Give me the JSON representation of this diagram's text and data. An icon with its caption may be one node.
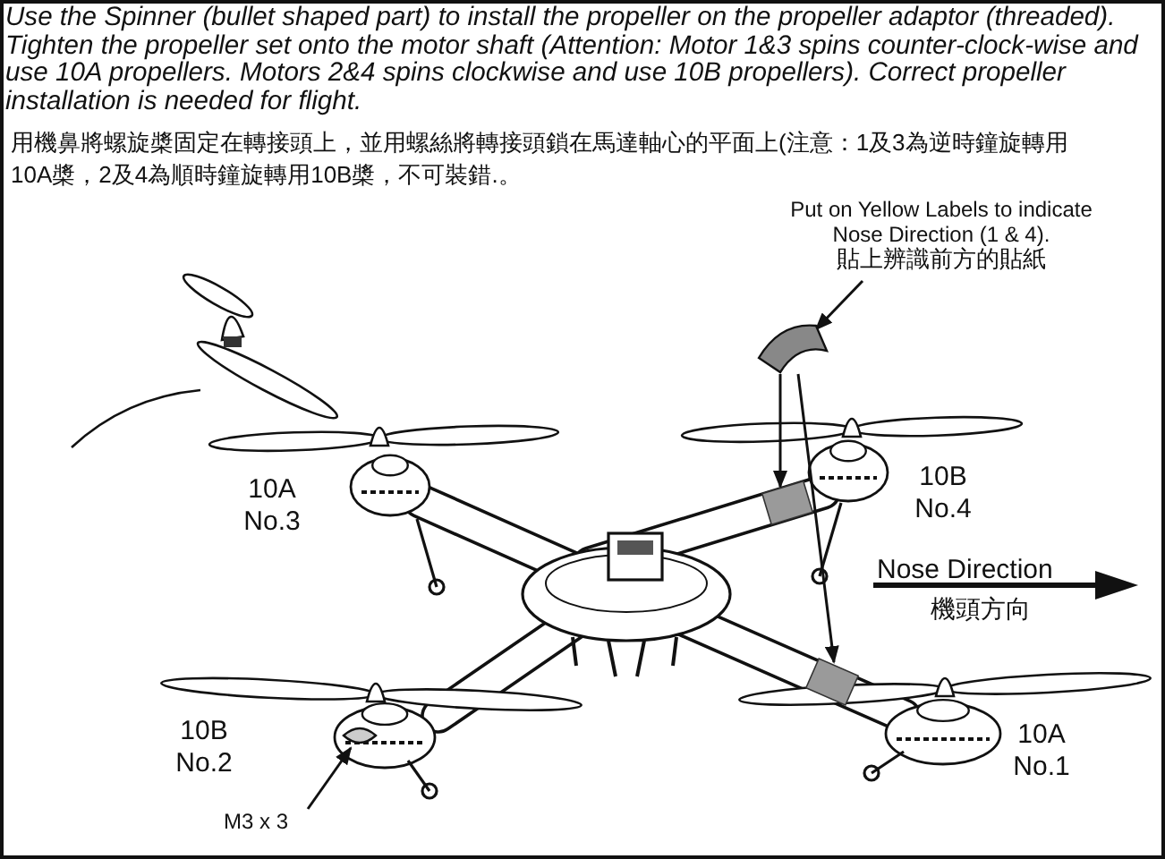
{
  "diagram": {
    "nodes": [
      {
        "text": [
          "Put on Yellow Labels to indicate Nose Direction (1 & 4).",
          "貼上辨識前方的貼紙"
        ]
      },
      {
        "text": [],
        "shape": "picture"
      },
      {
        "text": [],
        "shape": "bar"
      },
      {
        "text": [],
        "shape": "bar"
      },
      {
        "text": [
          "M3 x 3"
        ]
      },
      {
        "text": [],
        "shape": "picture"
      }
    ],
    "edges": [
      {
        "from": 0,
        "to": 1,
        "arrow": "to"
      },
      {
        "from": 1,
        "to": 2,
        "arrow": "to"
      },
      {
        "from": 1,
        "to": 3,
        "arrow": "to"
      },
      {
        "from": 4,
        "to": 5,
        "arrow": "to"
      }
    ],
    "labels": [
      "Use the Spinner (bullet shaped part) to install the propeller on the propeller adaptor (threaded). Tighten the propeller set onto the motor shaft (Attention: Motor 1&3 spins counter-clock-wise and use 10A propellers. Motors 2&4 spins clockwise and use 10B propellers). Correct propeller installation is needed for flight.",
      "用機鼻將螺旋槳固定在轉接頭上，並用螺絲將轉接頭鎖在馬達軸心的平面上(注意：1及3為逆時鐘旋轉用10A槳，2及4為順時鐘旋轉用10B槳，不可裝錯.。",
      "10A No.3",
      "10B No.4",
      "Nose Direction",
      "機頭方向",
      "10B No.2",
      "10A No.1"
    ]
  }
}
